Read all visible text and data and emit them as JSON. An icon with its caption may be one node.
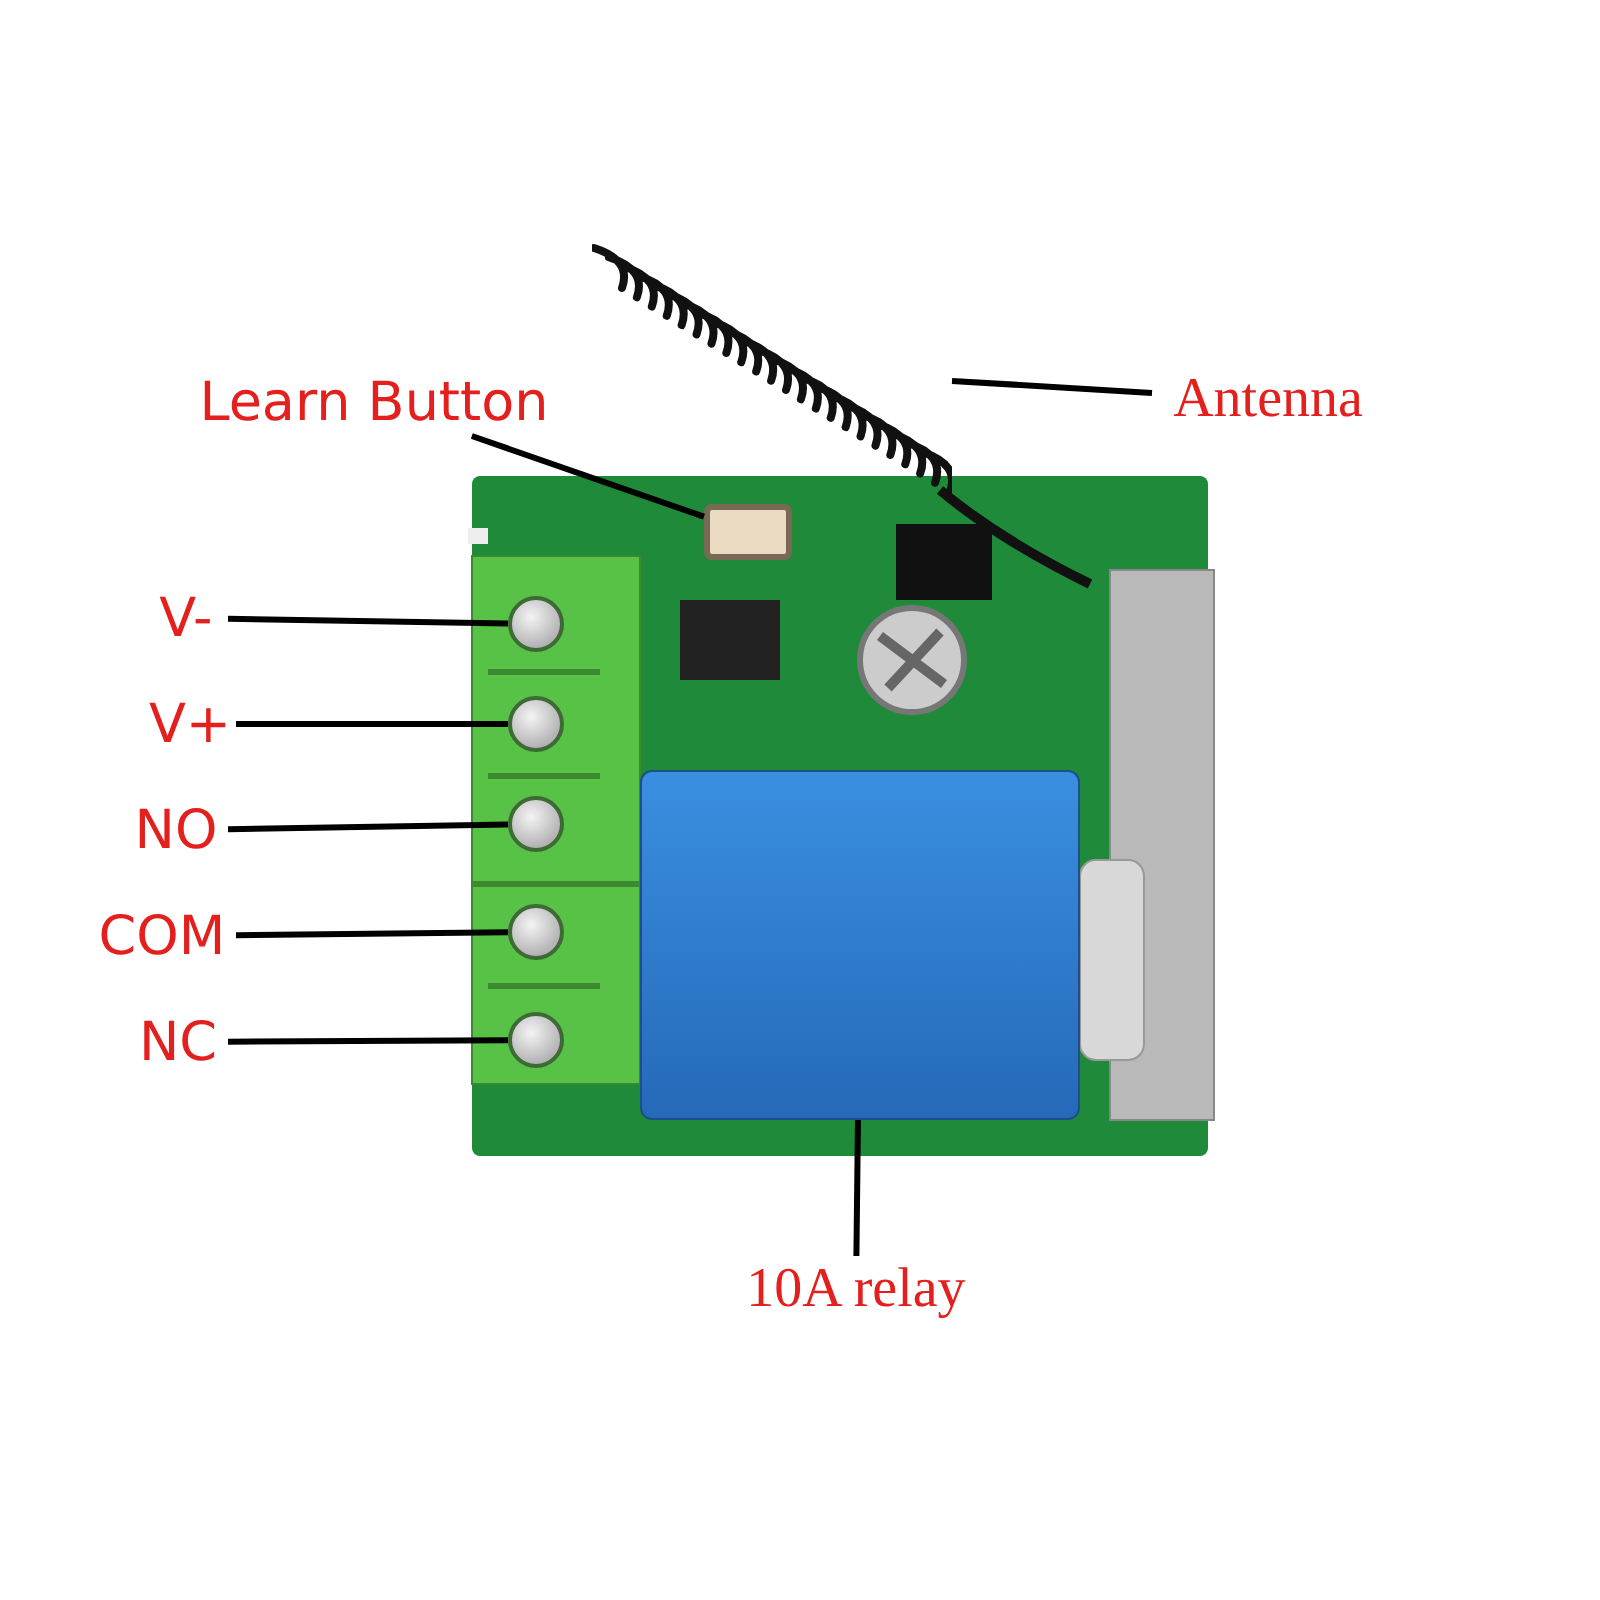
{
  "diagram": {
    "nodes": [
      {
        "text": [
          "Learn Button"
        ]
      },
      {
        "text": [
          "Antenna"
        ]
      },
      {
        "text": [
          "V-"
        ]
      },
      {
        "text": [
          "V+"
        ]
      },
      {
        "text": [
          "NO"
        ]
      },
      {
        "text": [
          "COM"
        ]
      },
      {
        "text": [
          "NC"
        ]
      },
      {
        "text": [
          "10A relay"
        ]
      },
      {
        "text": [],
        "shape": "picture"
      },
      {
        "text": [],
        "shape": "box"
      },
      {
        "text": [],
        "shape": "circle"
      },
      {
        "text": [],
        "shape": "circle"
      },
      {
        "text": [],
        "shape": "circle"
      },
      {
        "text": [],
        "shape": "circle"
      },
      {
        "text": [],
        "shape": "circle"
      },
      {
        "text": [],
        "shape": "box"
      }
    ],
    "edges": [
      {
        "from": 0,
        "to": 9,
        "arrow": "none"
      },
      {
        "from": 1,
        "to": 8,
        "arrow": "none"
      },
      {
        "from": 2,
        "to": 10,
        "arrow": "none"
      },
      {
        "from": 3,
        "to": 11,
        "arrow": "none"
      },
      {
        "from": 4,
        "to": 12,
        "arrow": "none"
      },
      {
        "from": 5,
        "to": 13,
        "arrow": "none"
      },
      {
        "from": 6,
        "to": 14,
        "arrow": "none"
      },
      {
        "from": 7,
        "to": 15,
        "arrow": "none"
      }
    ]
  }
}
